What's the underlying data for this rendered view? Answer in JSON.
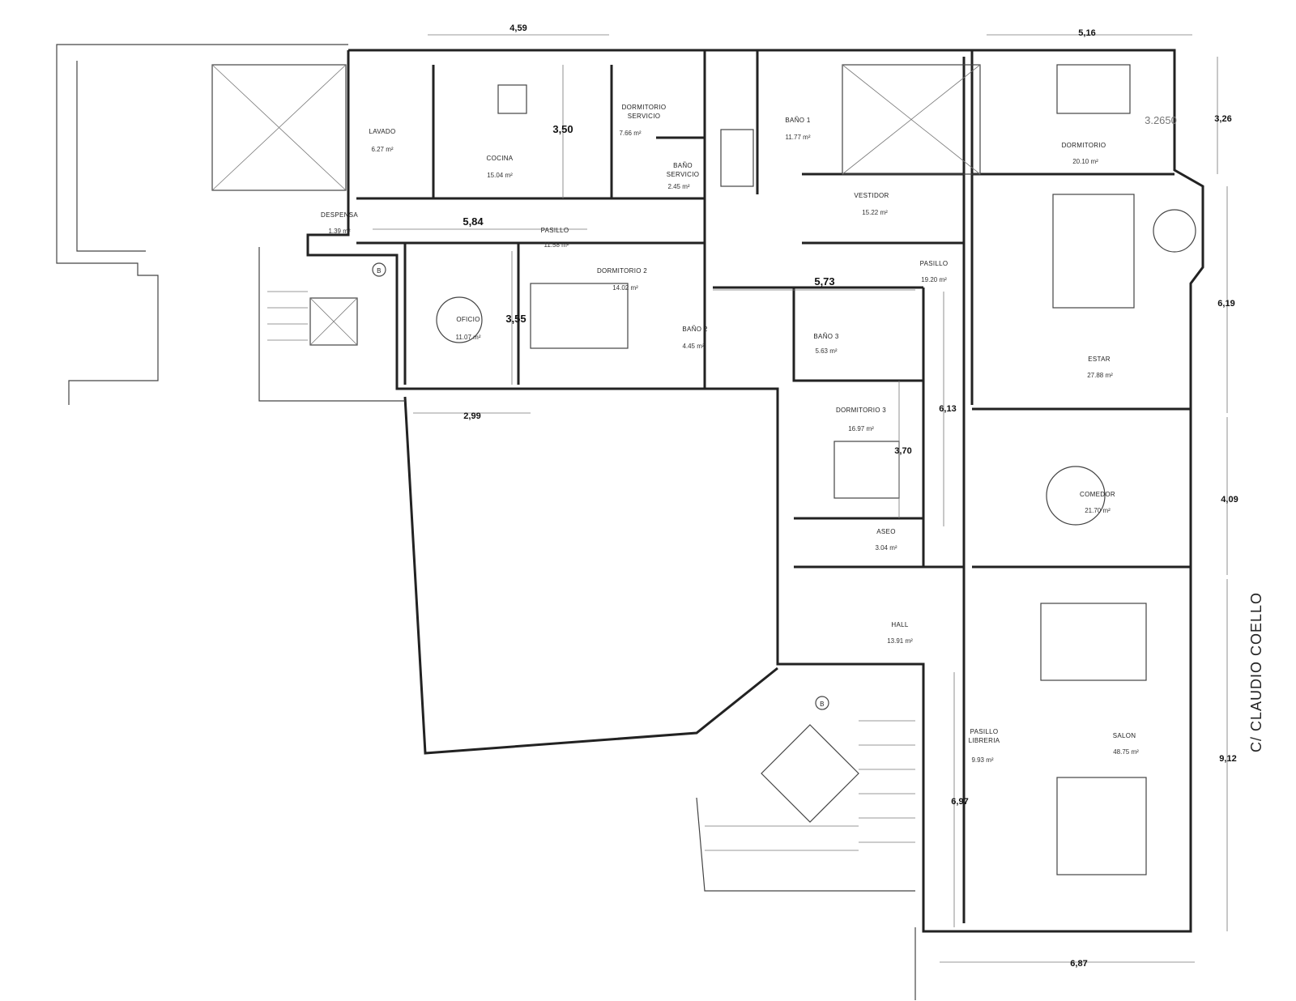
{
  "street": "C/ CLAUDIO COELLO",
  "rooms": [
    {
      "name": "LAVADO",
      "area": "6.27 m²"
    },
    {
      "name": "COCINA",
      "area": "15.04 m²"
    },
    {
      "name": "DORMITORIO",
      "name2": "SERVICIO",
      "area": "7.66 m²"
    },
    {
      "name": "BAÑO",
      "name2": "SERVICIO",
      "area": "2.45 m²"
    },
    {
      "name": "BAÑO 1",
      "area": "11.77 m²"
    },
    {
      "name": "DESPENSA",
      "area": "1.39 m²"
    },
    {
      "name": "PASILLO",
      "area": "11.58 m²"
    },
    {
      "name": "DORMITORIO 2",
      "area": "14.02 m²"
    },
    {
      "name": "OFICIO",
      "area": "11.07 m²"
    },
    {
      "name": "BAÑO 2",
      "area": "4.45 m²"
    },
    {
      "name": "BAÑO 3",
      "area": "5.63 m²"
    },
    {
      "name": "VESTIDOR",
      "area": "15.22 m²"
    },
    {
      "name": "PASILLO",
      "area": "19.20 m²"
    },
    {
      "name": "DORMITORIO",
      "area": "20.10 m²"
    },
    {
      "name": "ESTAR",
      "area": "27.88 m²"
    },
    {
      "name": "DORMITORIO 3",
      "area": "16.97 m²"
    },
    {
      "name": "COMEDOR",
      "area": "21.70 m²"
    },
    {
      "name": "ASEO",
      "area": "3.04 m²"
    },
    {
      "name": "HALL",
      "area": "13.91 m²"
    },
    {
      "name": "PASILLO",
      "name2": "LIBRERIA",
      "area": "9.93 m²"
    },
    {
      "name": "SALON",
      "area": "48.75 m²"
    }
  ],
  "dimensions": [
    "4,59",
    "5,16",
    "3,26",
    "3.2650",
    "3,50",
    "5,84",
    "3,55",
    "5,73",
    "6,13",
    "3,70",
    "2,99",
    "6,19",
    "4,09",
    "9,12",
    "6,97",
    "6,87"
  ],
  "stair_markers": [
    "B",
    "B"
  ]
}
